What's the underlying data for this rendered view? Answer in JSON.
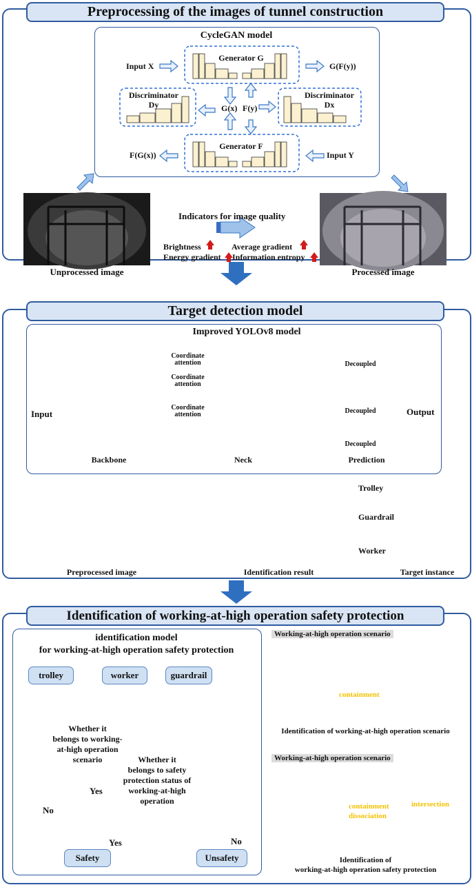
{
  "section1": {
    "banner": "Preprocessing of the images of tunnel construction",
    "cyclegan_title": "CycleGAN model",
    "generator_g": "Generator G",
    "generator_f": "Generator F",
    "discriminator_dy": "Discriminator Dy",
    "discriminator_dy_l1": "Discriminator",
    "discriminator_dy_l2": "Dy",
    "discriminator_dx_l1": "Discriminator",
    "discriminator_dx_l2": "Dx",
    "input_x": "Input X",
    "input_y": "Input Y",
    "g_f_y": "G(F(y))",
    "f_g_x": "F(G(x))",
    "g_x": "G(x)",
    "f_y": "F(y)",
    "indicators_title": "Indicators for image quality",
    "ind_brightness": "Brightness",
    "ind_avg_gradient": "Average gradient",
    "ind_energy_gradient": "Energy gradient",
    "ind_info_entropy": "Information entropy",
    "unprocessed_caption": "Unprocessed image",
    "processed_caption": "Processed image"
  },
  "section2": {
    "banner": "Target detection model",
    "yolo_title": "Improved YOLOv8 model",
    "input": "Input",
    "output": "Output",
    "coord_attention": "Coordinate attention",
    "coord_l1": "Coordinate",
    "coord_l2": "attention",
    "decoupled": "Decoupled",
    "backbone": "Backbone",
    "neck": "Neck",
    "prediction": "Prediction",
    "preprocessed_caption": "Preprocessed image",
    "identification_caption": "Identification result",
    "trolley": "Trolley",
    "guardrail": "Guardrail",
    "worker": "Worker",
    "target_caption": "Target instance"
  },
  "section3": {
    "banner": "Identification of working-at-high operation safety protection",
    "model_title_l1": "identification model",
    "model_title_l2": "for working-at-high operation safety protection",
    "box_trolley": "trolley",
    "box_worker": "worker",
    "box_guardrail": "guardrail",
    "diamond1_l1": "Whether it",
    "diamond1_l2": "belongs to working-",
    "diamond1_l3": "at-high operation",
    "diamond1_l4": "scenario",
    "diamond2_l1": "Whether it",
    "diamond2_l2": "belongs to safety",
    "diamond2_l3": "protection status of",
    "diamond2_l4": "working-at-high",
    "diamond2_l5": "operation",
    "yes1": "Yes",
    "yes2": "Yes",
    "no1": "No",
    "no2": "No",
    "safety": "Safety",
    "unsafety": "Unsafety",
    "scenario_label_1": "Working-at-high operation scenario",
    "scenario_label_2": "Working-at-high operation scenario",
    "containment_1": "containment",
    "containment_2": "containment",
    "dissociation": "dissociation",
    "intersection": "intersection",
    "caption_1": "Identification of working-at-high operation scenario",
    "caption_2_l1": "Identification of",
    "caption_2_l2": "working-at-high operation safety protection"
  },
  "colors": {
    "frame_blue": "#2f5b9f",
    "banner_fill": "#d9e5f5",
    "arrow_blue": "#3a78c3",
    "flowbox_fill": "#cfe0f3",
    "backbone_bg": "#e6dff0",
    "neck_bg": "#d8ecf4",
    "prediction_bg": "#eaf0dc",
    "attention_fill": "#f6c9a9",
    "decoupled_fill": "#a9c6ea",
    "detect_red": "#e02020",
    "detect_blue": "#2f6fd6",
    "detect_orange": "#f0a070",
    "label_yellow": "#f2c200"
  },
  "icons": [
    "up-arrow-icon (red, quality increase)",
    "block-arrow-icon (blue, flow)"
  ]
}
